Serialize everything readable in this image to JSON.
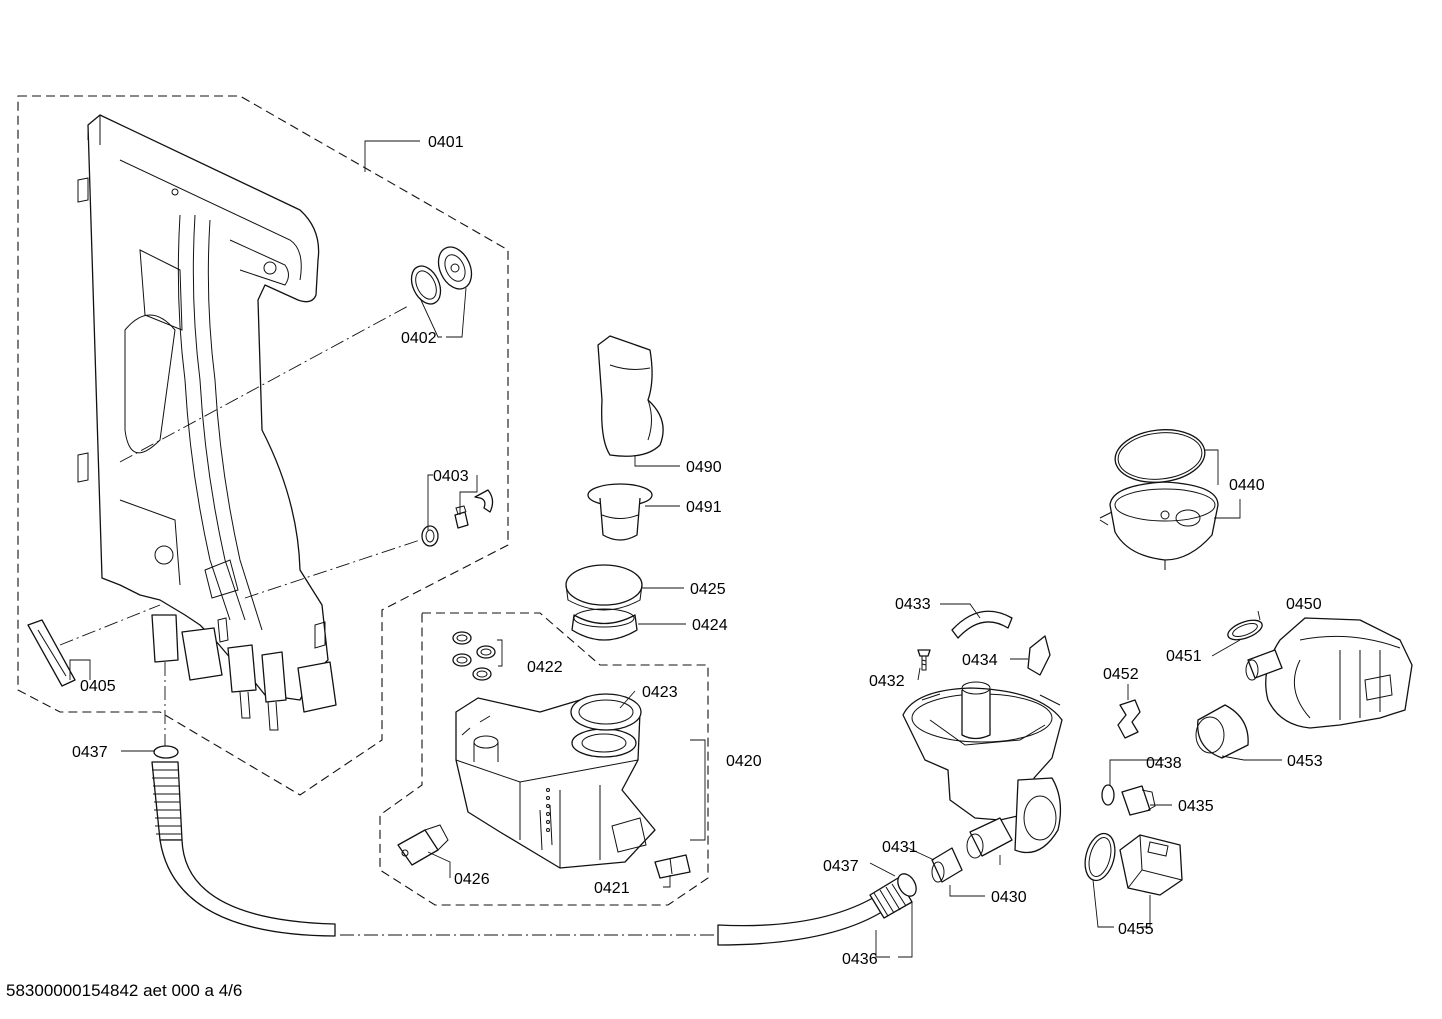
{
  "labels": {
    "p0401": "0401",
    "p0402": "0402",
    "p0403": "0403",
    "p0405": "0405",
    "p0437a": "0437",
    "p0490": "0490",
    "p0491": "0491",
    "p0425": "0425",
    "p0424": "0424",
    "p0422": "0422",
    "p0423": "0423",
    "p0420": "0420",
    "p0426": "0426",
    "p0421": "0421",
    "p0440": "0440",
    "p0433": "0433",
    "p0432": "0432",
    "p0434": "0434",
    "p0450": "0450",
    "p0451": "0451",
    "p0452": "0452",
    "p0453": "0453",
    "p0438": "0438",
    "p0435": "0435",
    "p0431": "0431",
    "p0437b": "0437",
    "p0430": "0430",
    "p0436": "0436",
    "p0455": "0455"
  },
  "footer": {
    "doc_id": "58300000154842 aet 000 a 4/6"
  }
}
